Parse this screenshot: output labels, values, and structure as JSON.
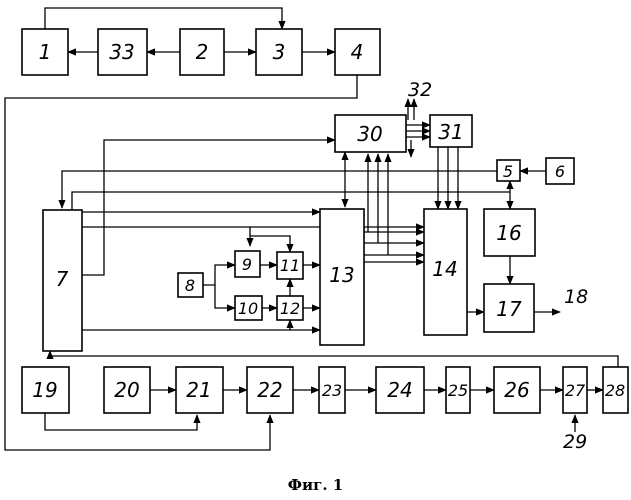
{
  "figure": {
    "caption": "Фиг. 1",
    "external_labels": {
      "out_18": "18",
      "in_29": "29",
      "bus_32": "32"
    }
  },
  "blocks": [
    {
      "id": "b1",
      "label": "1"
    },
    {
      "id": "b33",
      "label": "33"
    },
    {
      "id": "b2",
      "label": "2"
    },
    {
      "id": "b3",
      "label": "3"
    },
    {
      "id": "b4",
      "label": "4"
    },
    {
      "id": "b30",
      "label": "30"
    },
    {
      "id": "b31",
      "label": "31"
    },
    {
      "id": "b5",
      "label": "5"
    },
    {
      "id": "b6",
      "label": "6"
    },
    {
      "id": "b7",
      "label": "7"
    },
    {
      "id": "b16",
      "label": "16"
    },
    {
      "id": "b9",
      "label": "9"
    },
    {
      "id": "b11",
      "label": "11"
    },
    {
      "id": "b13",
      "label": "13"
    },
    {
      "id": "b14",
      "label": "14"
    },
    {
      "id": "b8",
      "label": "8"
    },
    {
      "id": "b10",
      "label": "10"
    },
    {
      "id": "b12",
      "label": "12"
    },
    {
      "id": "b17",
      "label": "17"
    },
    {
      "id": "b19",
      "label": "19"
    },
    {
      "id": "b20",
      "label": "20"
    },
    {
      "id": "b21",
      "label": "21"
    },
    {
      "id": "b22",
      "label": "22"
    },
    {
      "id": "b23",
      "label": "23"
    },
    {
      "id": "b24",
      "label": "24"
    },
    {
      "id": "b25",
      "label": "25"
    },
    {
      "id": "b26",
      "label": "26"
    },
    {
      "id": "b27",
      "label": "27"
    },
    {
      "id": "b28",
      "label": "28"
    }
  ]
}
